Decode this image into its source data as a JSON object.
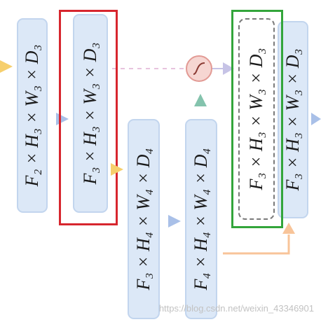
{
  "blocks": [
    {
      "id": "block-1",
      "label": "F₂ × H₃ × W₃ × D₃"
    },
    {
      "id": "block-2",
      "label": "F₃ × H₃ × W₃ × D₃"
    },
    {
      "id": "block-3",
      "label": "F₃ × H₄ × W₄ × D₄"
    },
    {
      "id": "block-4",
      "label": "F₄ × H₄ × W₄ × D₄"
    },
    {
      "id": "block-5",
      "label": "F₃ × H₃ × W₃ × D₃"
    },
    {
      "id": "block-6",
      "label": "F₃ × H₃ × W₃ × D₃"
    }
  ],
  "watermark": "https://blog.csdn.net/weixin_43346901",
  "colors": {
    "block_fill": "#dce8f7",
    "block_border": "#c2d5ee",
    "highlight_red": "#d7262e",
    "highlight_green": "#33a53b",
    "arrow_blue": "#a9c0e8",
    "arrow_yellow": "#f6cf6d",
    "arrow_green": "#84c3ad",
    "arrow_orange": "#f8c499",
    "circle_fill": "#f6d6d2",
    "circle_stroke": "#e29a94"
  },
  "icons": {
    "operator": "sigmoid-circle-icon"
  }
}
